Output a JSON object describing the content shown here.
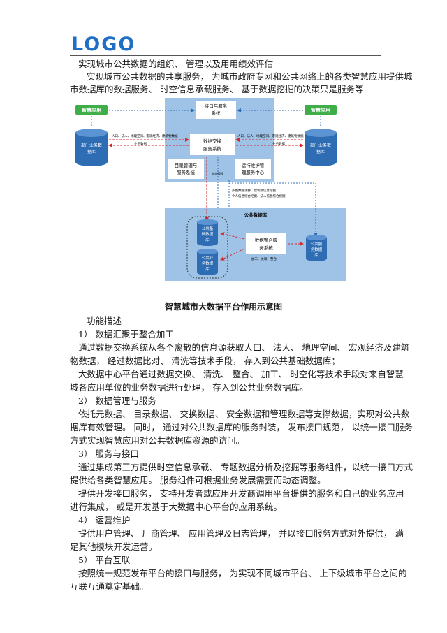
{
  "header": {
    "logo": "LOGO"
  },
  "intro": {
    "line1": "实现城市公共数据的组织、 管理以及用用绩效评估",
    "line2": "实现城市公共数据的共享服务， 为城市政府专网和公共网络上的各类智慧应用提供城",
    "line3": "市数据库的数据服务、 时空信息承载服务、 基于数据挖掘的决策只是服务等"
  },
  "diagram": {
    "app_left": "智慧应用",
    "app_right": "智慧应用",
    "dept_db_left": [
      "部门业务数",
      "据库"
    ],
    "dept_db_right": [
      "部门业务数",
      "据库"
    ],
    "interface_service": [
      "接口与服务",
      "系统"
    ],
    "data_exchange": [
      "数据交换",
      "服务系统"
    ],
    "catalog_mgmt": [
      "目录管理与",
      "服务系统"
    ],
    "ops_mgmt": [
      "运行维护管",
      "理服务中心"
    ],
    "left_flow_label": "人口、法人、地理空间、宏观经济、建筑物数据",
    "left_business": "业务数据",
    "right_flow_label": "人口、法人、地理空间、宏观经济、建筑物数据",
    "right_business": "业务数据",
    "vertical_label": "维护管理",
    "multi_fusion": [
      "多维数据测算、建筑物信息挖掘、",
      "个人信息综合挖掘、法人信息综合挖掘"
    ],
    "public_db_title": "公共数据库",
    "basic_db": [
      "公共基",
      "础数据",
      "库"
    ],
    "business_db": [
      "公共业",
      "务数据",
      "库"
    ],
    "integration": [
      "数据整合服",
      "务系统"
    ],
    "integration_sub": "加工、关联、整合",
    "service_db": [
      "公共服",
      "务数据",
      "库"
    ]
  },
  "caption": "智慧城市大数据平台作用示意图",
  "body": {
    "func_title": "功能描述",
    "s1": "1） 数据汇聚于整合加工",
    "s1_p1a": "通过数据交换系统从各个离散的信息源获取人口、 法人、 地理空间、 宏观经济及建筑",
    "s1_p1b": "物数据， 经过数据比对、 清洗等技术手段， 存入到公共基础数据库；",
    "s1_p2a": "大数据中心平台通过数据交换、 清洗、 整合、 加工、 时空化等技术手段对来自智慧",
    "s1_p2b": "城各应用单位的业务数据进行处理， 存入到公共业务数据库。",
    "s2": "2） 数据管理与服务",
    "s2_pa": "依托元数据、 目录数据、 交换数据、 安全数据和管理数据等支撑数据，实现对公共数",
    "s2_pb": "据库有效管理。 同时， 通过对公共数据库的服务封装， 发布接口规范， 以统一接口服务",
    "s2_pc": "方式实现智慧应用对公共数据库资源的访问。",
    "s3": "3） 服务与接口",
    "s3_p1a": "通过集成第三方提供时空信息承载、 专题数据分析及挖掘等服务组件，以统一接口方式",
    "s3_p1b": "提供给各类智慧应用。 服务组件可根据业务发展需要而动态调整。",
    "s3_p2a": "提供开发接口服务， 支持开发者或应用开发商调用平台提供的服务和自己的业务应用",
    "s3_p2b": "进行集成， 或是开发基于大数据中心平台的应用系统。",
    "s4": "4） 运营维护",
    "s4_pa": "提供用户管理、 厂商管理、 应用管理及日志管理， 并以接口服务方式对外提供， 满",
    "s4_pb": "足其他模块开发运营。",
    "s5": "5） 平台互联",
    "s5_pa": "按照统一规范发布平台的接口与服务， 为实现不同城市平台、 上下级城市平台之间的",
    "s5_pb": "互联互通奠定基础。"
  },
  "colors": {
    "logo": "#1f6fc4",
    "panel": "#9ec3e6",
    "green": "#3fae49",
    "db": "#2e6db4"
  }
}
